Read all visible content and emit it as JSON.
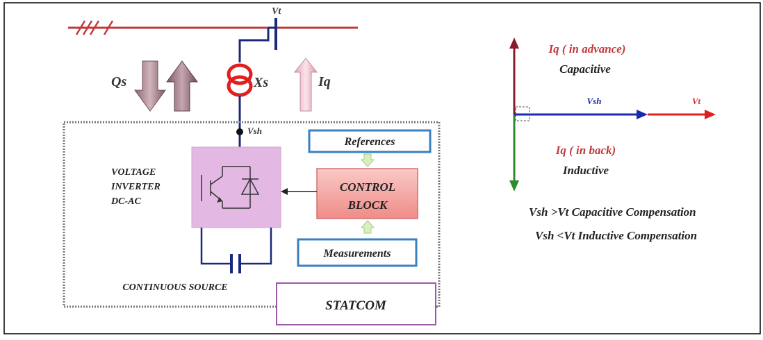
{
  "circuit": {
    "bus_label": "Vt",
    "qs_label": "Qs",
    "xs_label": "Xs",
    "iq_label": "Iq",
    "vsh_label": "Vsh",
    "inverter_label": [
      "VOLTAGE",
      "INVERTER",
      "DC-AC"
    ],
    "references_label": "References",
    "control_label": [
      "CONTROL",
      "BLOCK"
    ],
    "measurements_label": "Measurements",
    "source_label": "CONTINUOUS SOURCE",
    "statcom_label": "STATCOM"
  },
  "phasor": {
    "iq_advance_label": "Iq  ( in advance)",
    "capacitive_label": "Capacitive",
    "vsh_label": "Vsh",
    "vt_label": "Vt",
    "iq_back_label": "Iq  ( in back)",
    "inductive_label": "Inductive",
    "capacitive_comp": "Vsh >Vt Capacitive Compensation",
    "inductive_comp": "Vsh <Vt Inductive Compensation"
  },
  "colors": {
    "bus_line": "#c0393b",
    "wire": "#1a2a7a",
    "transformer": "#e02020",
    "box_blue": "#3a7fc0",
    "inverter_fill": "#e3b9e3",
    "control_fill": "#f5a3a0",
    "statcom_border": "#9a5aa8",
    "iq_up_arrow": "#8b1a2a",
    "iq_down_arrow": "#2e8b2e",
    "vsh_arrow": "#1a2ab0",
    "vt_arrow": "#e02020"
  }
}
